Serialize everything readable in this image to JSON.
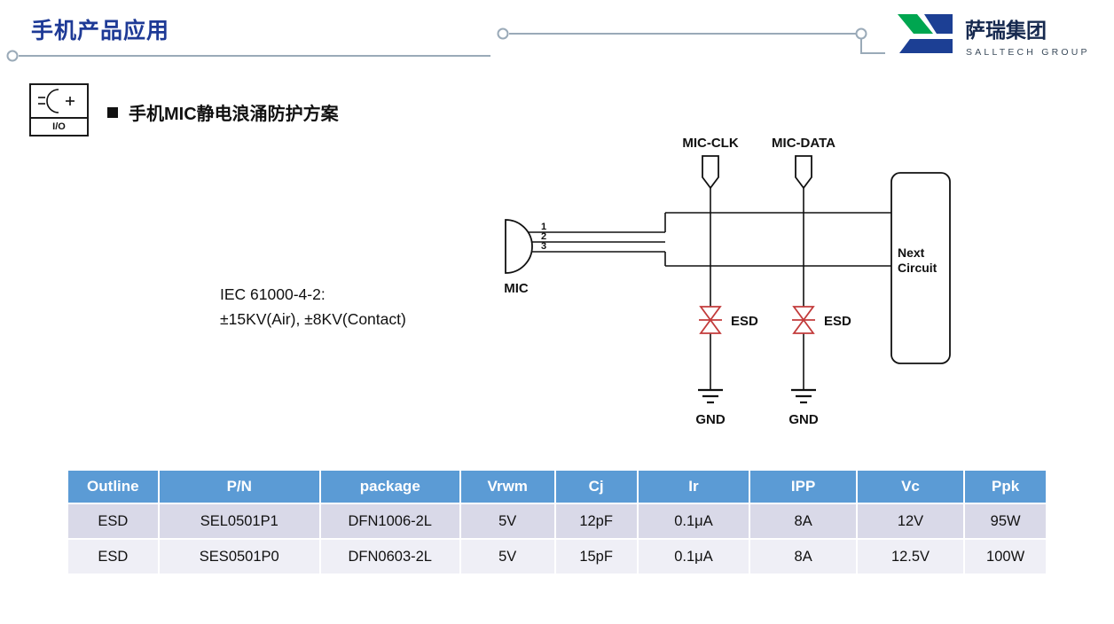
{
  "page": {
    "title": "手机产品应用"
  },
  "logo": {
    "name": "萨瑞集团",
    "subtitle": "SALLTECH GROUP"
  },
  "io_badge": {
    "label": "I/O"
  },
  "section": {
    "heading": "手机MIC静电浪涌防护方案"
  },
  "standard_note": {
    "line1": "IEC 61000-4-2:",
    "line2": "±15KV(Air), ±8KV(Contact)"
  },
  "circuit": {
    "mic_label": "MIC",
    "pins": [
      "1",
      "2",
      "3"
    ],
    "connectors": [
      {
        "label": "MIC-CLK"
      },
      {
        "label": "MIC-DATA"
      }
    ],
    "esd_label": "ESD",
    "gnd_label": "GND",
    "next_circuit": {
      "line1": "Next",
      "line2": "Circuit"
    }
  },
  "table": {
    "headers": [
      "Outline",
      "P/N",
      "package",
      "Vrwm",
      "Cj",
      "Ir",
      "IPP",
      "Vc",
      "Ppk"
    ],
    "rows": [
      [
        "ESD",
        "SEL0501P1",
        "DFN1006-2L",
        "5V",
        "12pF",
        "0.1μA",
        "8A",
        "12V",
        "95W"
      ],
      [
        "ESD",
        "SES0501P0",
        "DFN0603-2L",
        "5V",
        "15pF",
        "0.1μA",
        "8A",
        "12.5V",
        "100W"
      ]
    ]
  },
  "colors": {
    "title_blue": "#1E3A96",
    "header_blue": "#5B9BD5",
    "row_odd": "#D9D9E8",
    "row_even": "#EFEFF6",
    "esd_red": "#C23B3B",
    "logo_green": "#00A650",
    "logo_blue": "#1C3F94",
    "logo_navy": "#16294F",
    "line_gray": "#9AAAB8"
  }
}
